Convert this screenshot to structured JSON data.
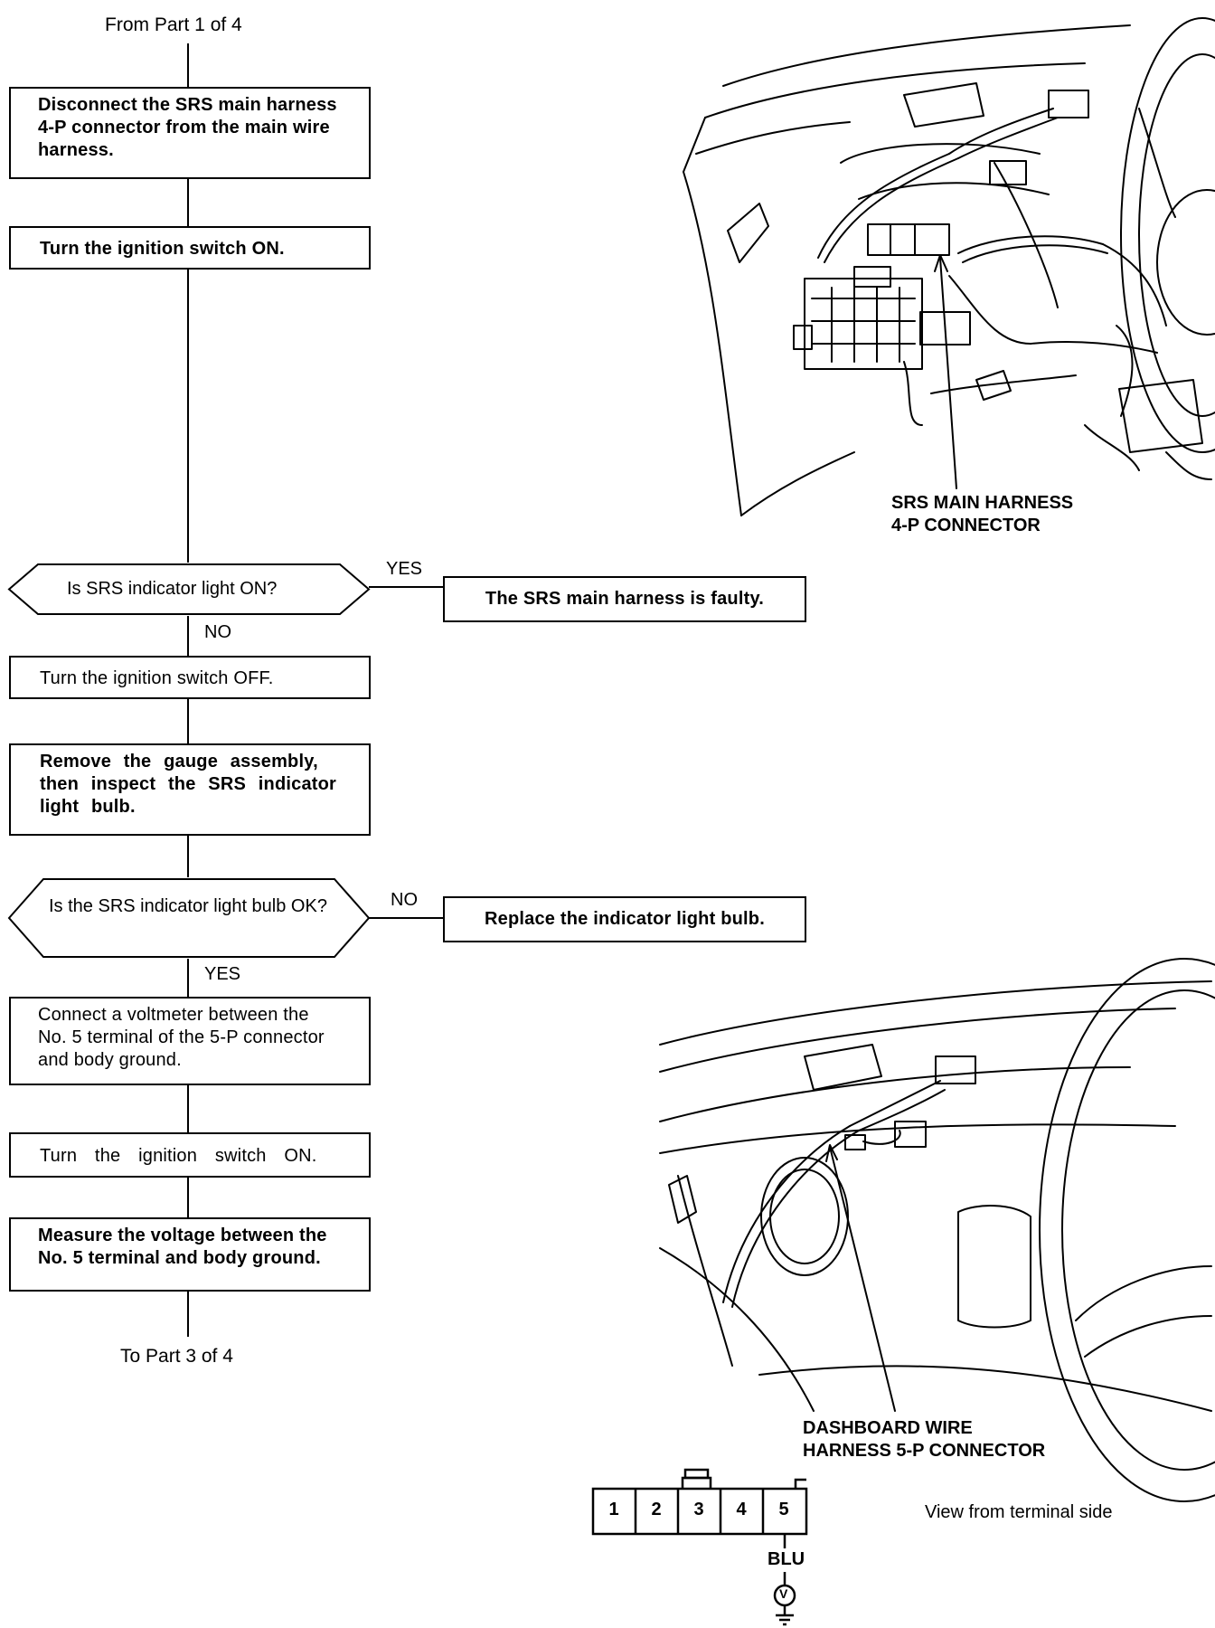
{
  "flow": {
    "from_label": "From Part 1 of 4",
    "to_label": "To Part 3 of 4",
    "step1": "Disconnect the SRS main harness 4-P connector from the main wire harness.",
    "step2": "Turn the ignition switch ON.",
    "q1": "Is SRS indicator light ON?",
    "q1_yes": "YES",
    "q1_no": "NO",
    "result1": "The SRS main harness is faulty.",
    "step3": "Turn the ignition switch OFF.",
    "step4": "Remove the gauge assembly, then inspect the SRS indicator light bulb.",
    "q2": "Is the SRS indicator light bulb OK?",
    "q2_no": "NO",
    "q2_yes": "YES",
    "result2": "Replace the indicator light bulb.",
    "step5": "Connect a voltmeter between the No. 5 terminal of the 5-P connector and body ground.",
    "step6": "Turn the ignition switch ON.",
    "step7": "Measure the voltage between the No. 5 terminal and body ground."
  },
  "illustrations": {
    "top_callout_line1": "SRS MAIN HARNESS",
    "top_callout_line2": "4-P CONNECTOR",
    "bottom_callout_line1": "DASHBOARD WIRE",
    "bottom_callout_line2": "HARNESS 5-P CONNECTOR"
  },
  "connector": {
    "terminals": [
      "1",
      "2",
      "3",
      "4",
      "5"
    ],
    "wire_color": "BLU",
    "meter_symbol": "V",
    "view_label": "View from terminal side"
  }
}
